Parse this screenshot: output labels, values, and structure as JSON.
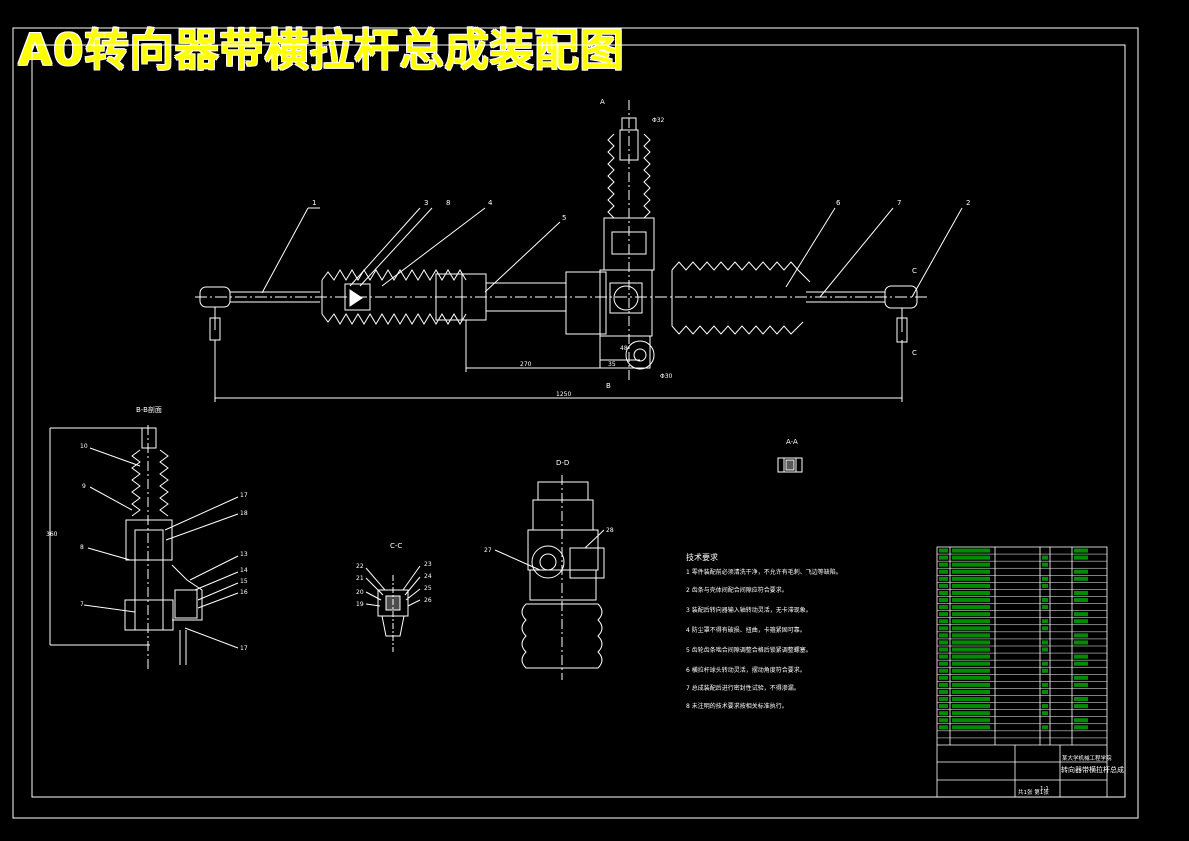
{
  "title": "A0转向器带横拉杆总成装配图",
  "views": {
    "view_bb": "B-B剖面",
    "view_cc": "C-C",
    "view_dd": "D-D",
    "view_aa": "A-A"
  },
  "section_marks": {
    "a_top": "A",
    "b_bottom": "B",
    "c_top": "C",
    "c_bottom": "C"
  },
  "part_numbers": {
    "main": [
      "1",
      "2",
      "3",
      "4",
      "5",
      "6",
      "7",
      "8"
    ],
    "bb": [
      "10",
      "9",
      "8",
      "7",
      "17",
      "18",
      "13",
      "14",
      "15",
      "16",
      "17"
    ],
    "cc": [
      "22",
      "21",
      "20",
      "19",
      "23",
      "24",
      "25",
      "26"
    ],
    "dd": [
      "27",
      "28"
    ]
  },
  "dimensions": {
    "d1": "270",
    "d2": "1250",
    "d3": "35",
    "d4": "48",
    "d5": "360",
    "d6": "Φ30",
    "d7": "Φ32"
  },
  "tech_requirements": {
    "heading": "技术要求",
    "lines": [
      "1 零件装配前必须清洗干净，不允许有毛刺、飞边等缺陷。",
      "2 齿条与壳体间配合间隙应符合要求。",
      "3 装配后转向器输入轴转动灵活，无卡滞现象。",
      "4 防尘罩不得有破损、扭曲，卡箍紧固可靠。",
      "5 齿轮齿条啮合间隙调整合格后锁紧调整螺塞。",
      "6 横拉杆球头转动灵活，摆动角度符合要求。",
      "7 总成装配后进行密封性试验，不得渗漏。",
      "8 未注明的技术要求按相关标准执行。"
    ]
  },
  "title_block": {
    "drawing_name": "转向器带横拉杆总成",
    "school": "某大学机械工程学院",
    "scale": "1:1",
    "sheet": "共1张 第1张"
  }
}
